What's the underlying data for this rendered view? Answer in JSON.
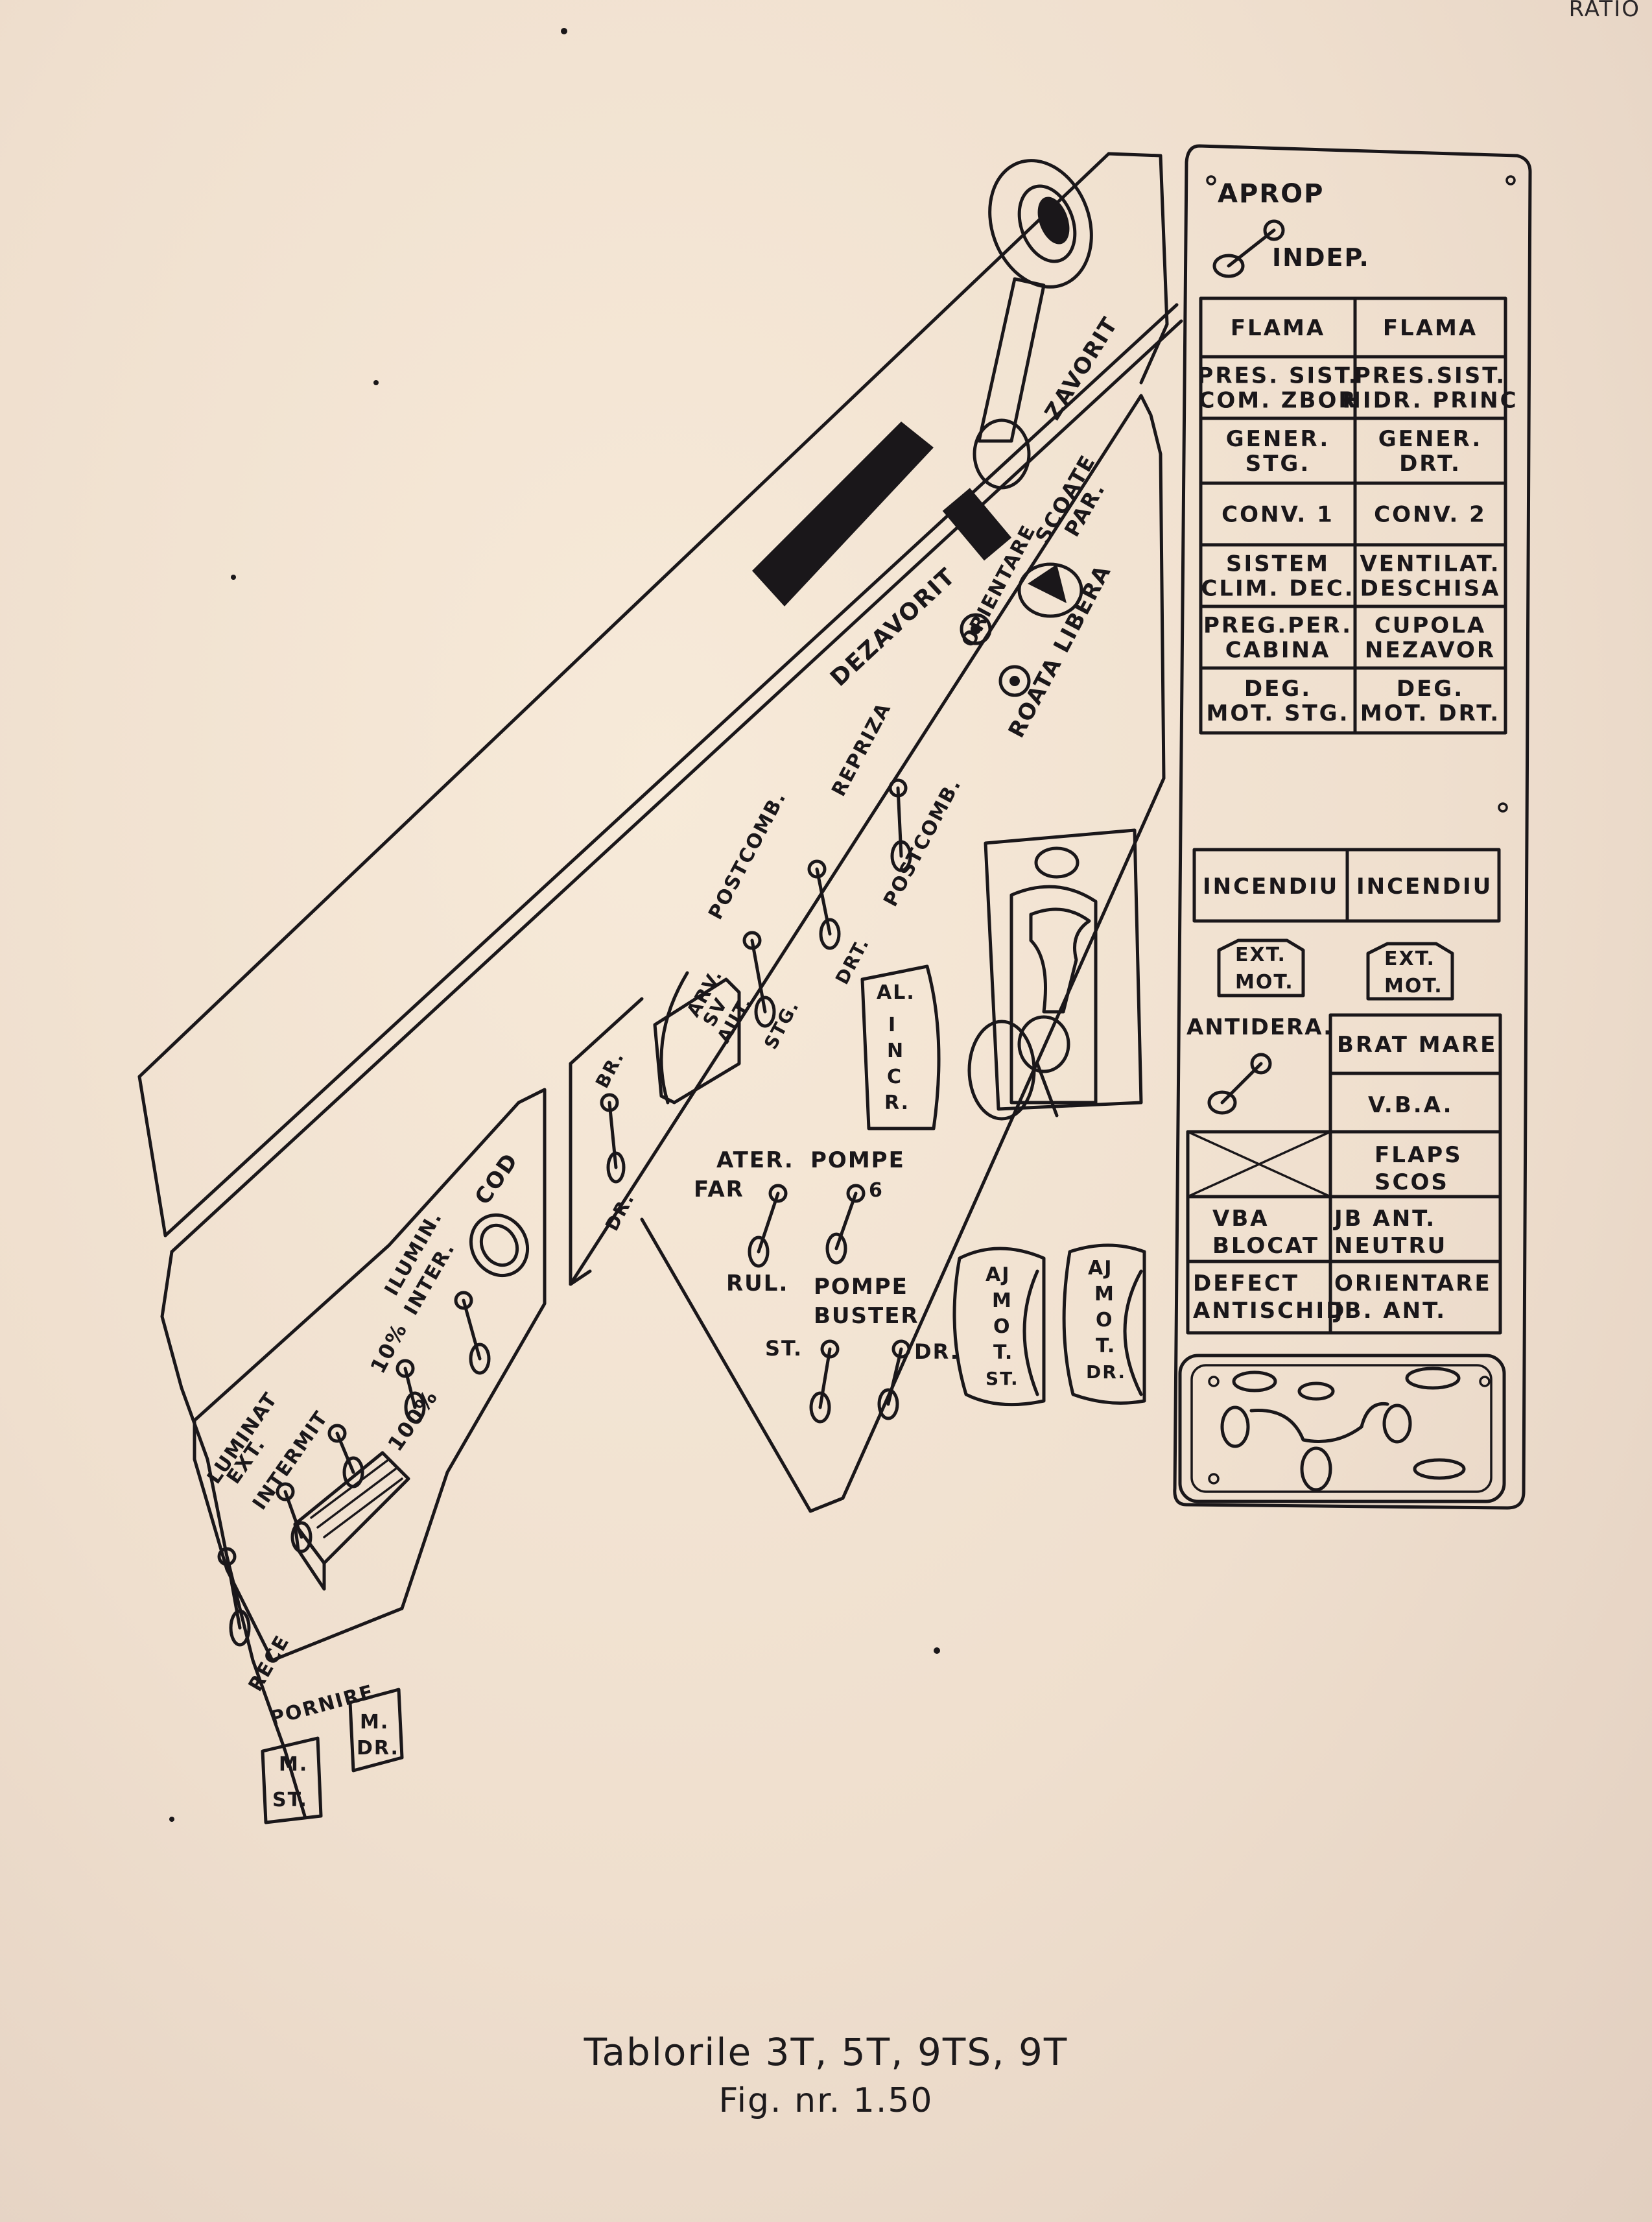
{
  "corner_text": "RATIO",
  "caption": {
    "title": "Tablorile  3T, 5T, 9TS, 9T",
    "figure": "Fig. nr. 1.50"
  },
  "panel_labels": {
    "zavorit": "ZAVORIT",
    "dezavorit": "DEZAVORIT",
    "scoate": "SCOATE",
    "par": "PAR.",
    "orientare": "ORIENTARE",
    "roata_libera": "ROATA LIBERA",
    "repriza": "REPRIZA",
    "postcomb_left": "POSTCOMB.",
    "postcomb_right": "POSTCOMB.",
    "stg": "STG.",
    "drt": "DRT.",
    "arv_line1": "ARV.",
    "arv_line2": "SV",
    "arv_line3": "AUT.",
    "al_incr_line1": "AL.",
    "al_incr_line2": "I",
    "al_incr_line3": "N",
    "al_incr_line4": "C",
    "al_incr_line5": "R.",
    "br": "BR.",
    "dr": "DR.",
    "ater": "ATER.",
    "far": "FAR",
    "pompe": "POMPE",
    "pompe_num": "6",
    "rul": "RUL.",
    "pompe_buster_line1": "POMPE",
    "pompe_buster_line2": "BUSTER",
    "st": "ST.",
    "dr_right": "DR.",
    "aj_left": [
      "AJ",
      "M",
      "O",
      "T.",
      "ST."
    ],
    "aj_right": [
      "AJ",
      "M",
      "O",
      "T.",
      "DR."
    ],
    "cod": "COD",
    "ilumin": "ILUMIN.",
    "inter": "INTER.",
    "ten_pct": "10%",
    "hundred_pct": "100%",
    "luminat": "LUMINAT",
    "ext": "EXT.",
    "intermit": "INTERMIT",
    "rece": "RECE",
    "pornire": "PORNIRE",
    "m_st_line1": "M.",
    "m_st_line2": "ST.",
    "m_dr_line1": "M.",
    "m_dr_line2": "DR."
  },
  "annunciator": {
    "aprop": "APROP",
    "indep": "INDEP.",
    "grid": [
      [
        "FLAMA",
        "FLAMA"
      ],
      [
        "PRES. SIST.|COM. ZBOR",
        "PRES.SIST.|HIDR. PRINC"
      ],
      [
        "GENER.|STG.",
        "GENER.|DRT."
      ],
      [
        "CONV. 1",
        "CONV. 2"
      ],
      [
        "SISTEM|CLIM. DEC.",
        "VENTILAT.|DESCHISA"
      ],
      [
        "PREG.PER.|CABINA",
        "CUPOLA|NEZAVOR"
      ],
      [
        "DEG.|MOT. STG.",
        "DEG.|MOT. DRT."
      ]
    ],
    "incendiu": [
      "INCENDIU",
      "INCENDIU"
    ],
    "ext_mot": [
      "EXT.|MOT.",
      "EXT.|MOT."
    ],
    "antidera": "ANTIDERA.",
    "brat_mare": "BRAT MARE",
    "vba": "V.B.A.",
    "flaps_scos": "FLAPS|SCOS",
    "vba_blocat": "VBA|BLOCAT",
    "jb_ant_neutru": "JB  ANT.|NEUTRU",
    "defect_antischid": "DEFECT|ANTISCHID",
    "orientare_jb": "ORIENTARE|JB. ANT."
  }
}
